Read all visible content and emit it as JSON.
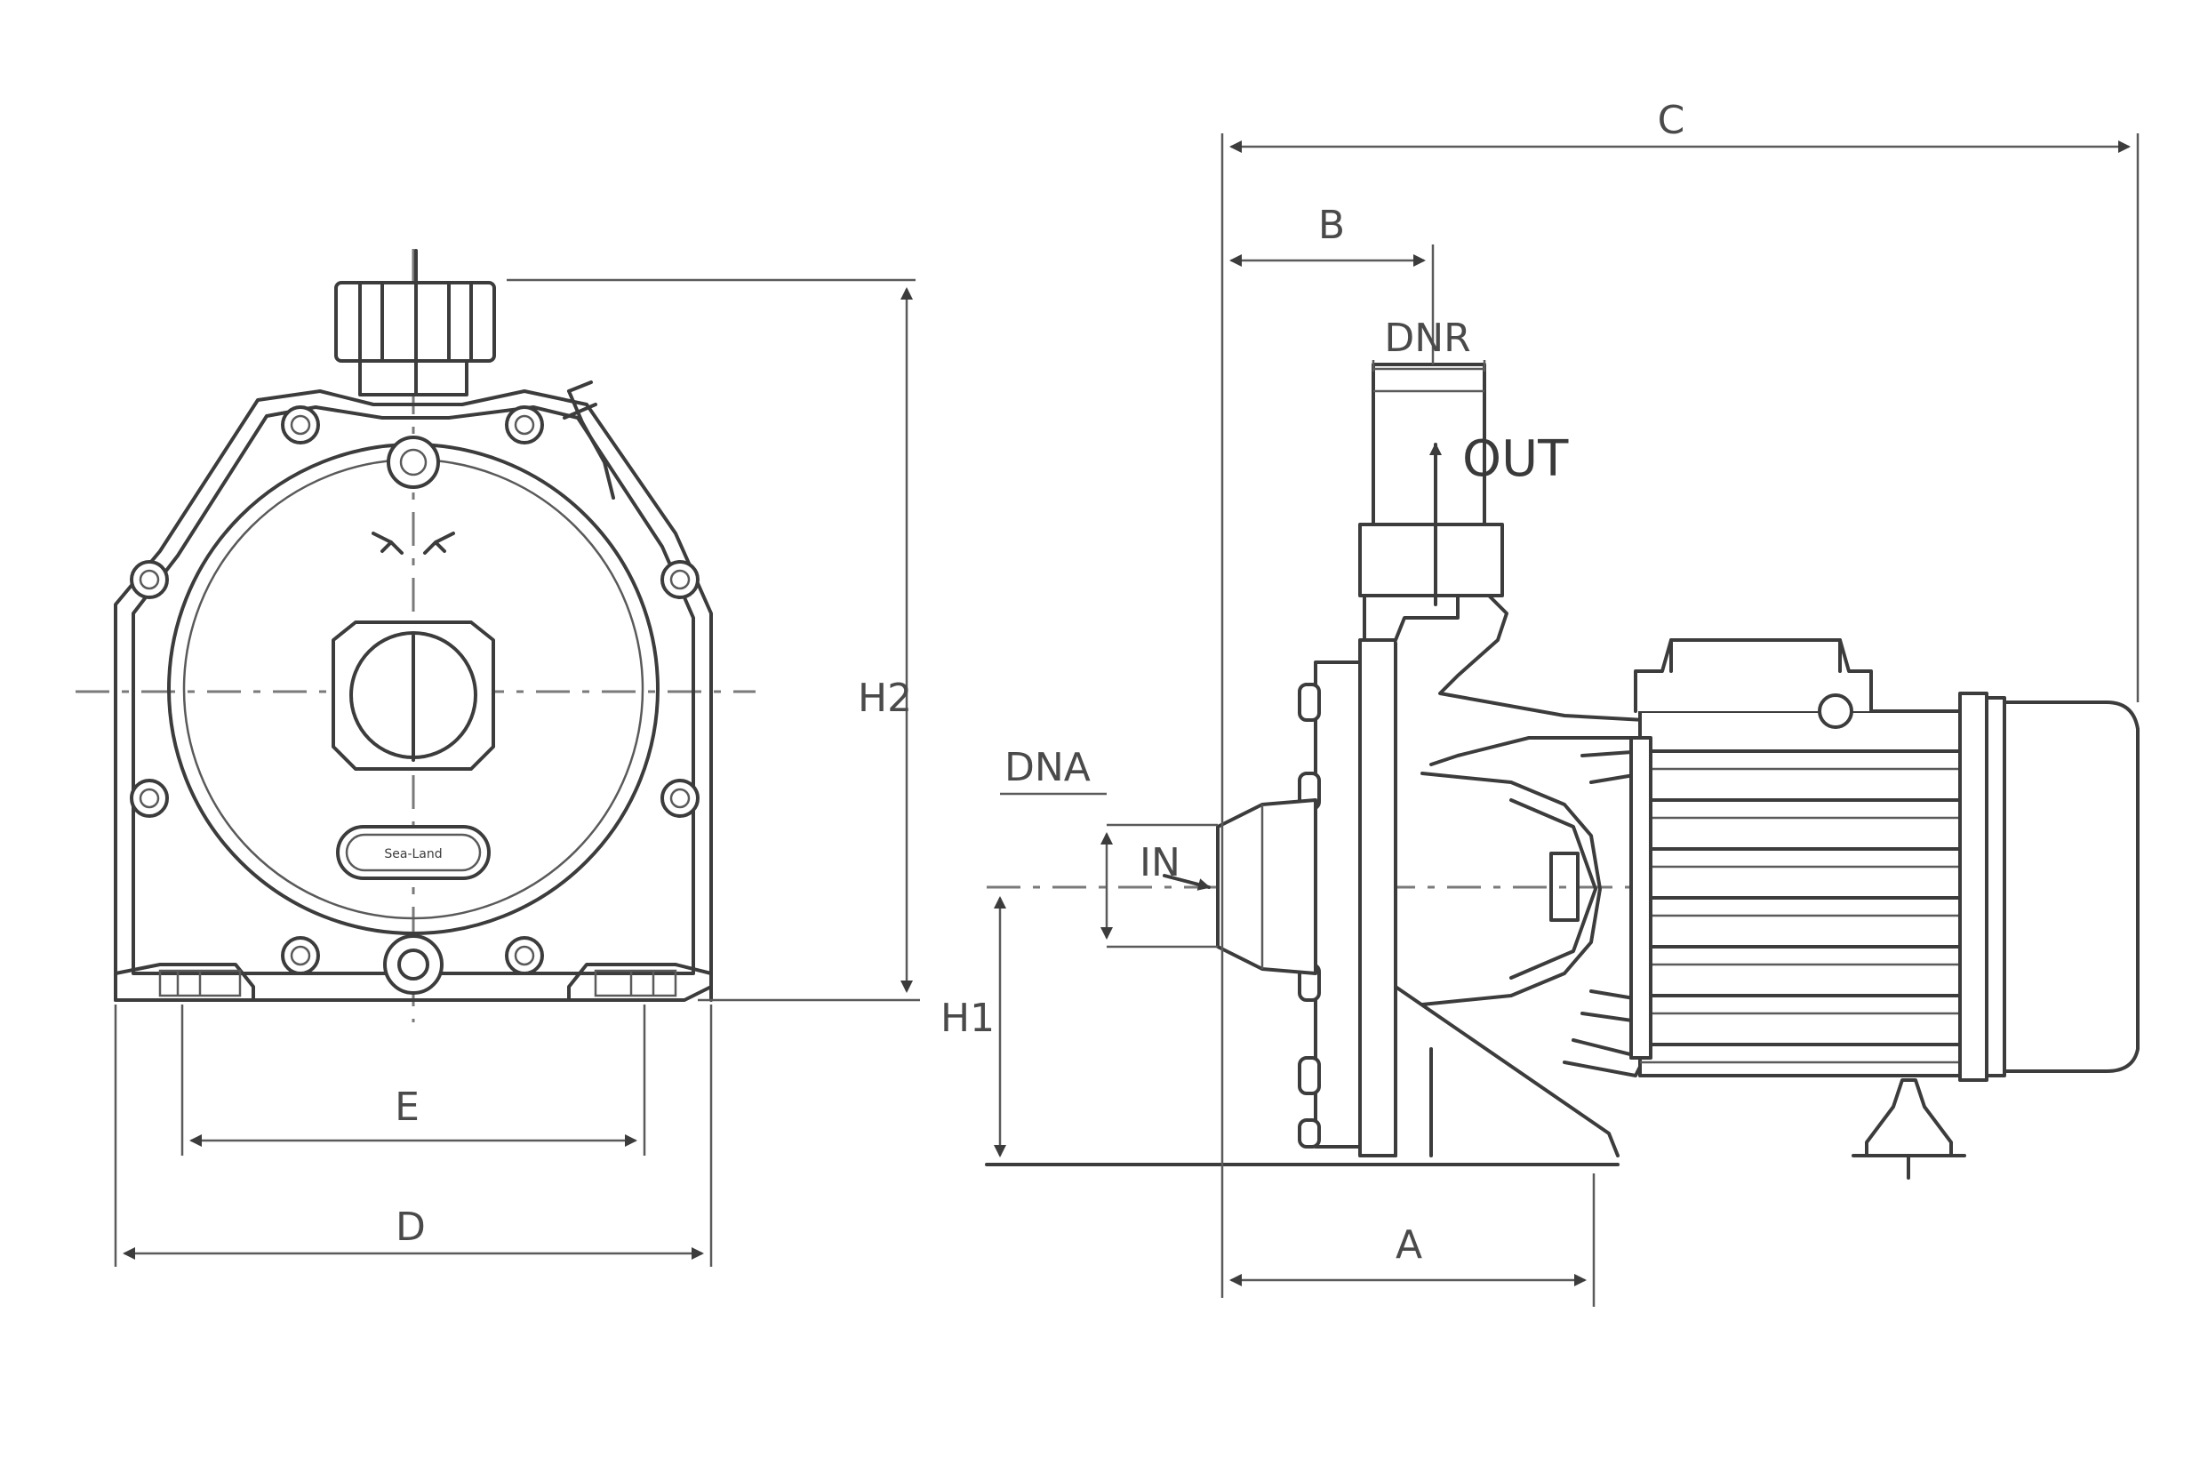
{
  "labels": {
    "c": "C",
    "b": "B",
    "dnr": "DNR",
    "out": "OUT",
    "in": "IN",
    "dna": "DNA",
    "h1": "H1",
    "h2": "H2",
    "e": "E",
    "d": "D",
    "a": "A"
  },
  "logo": "Sea-Land",
  "colors": {
    "line": "#3c3c3c",
    "background": "#ffffff"
  }
}
